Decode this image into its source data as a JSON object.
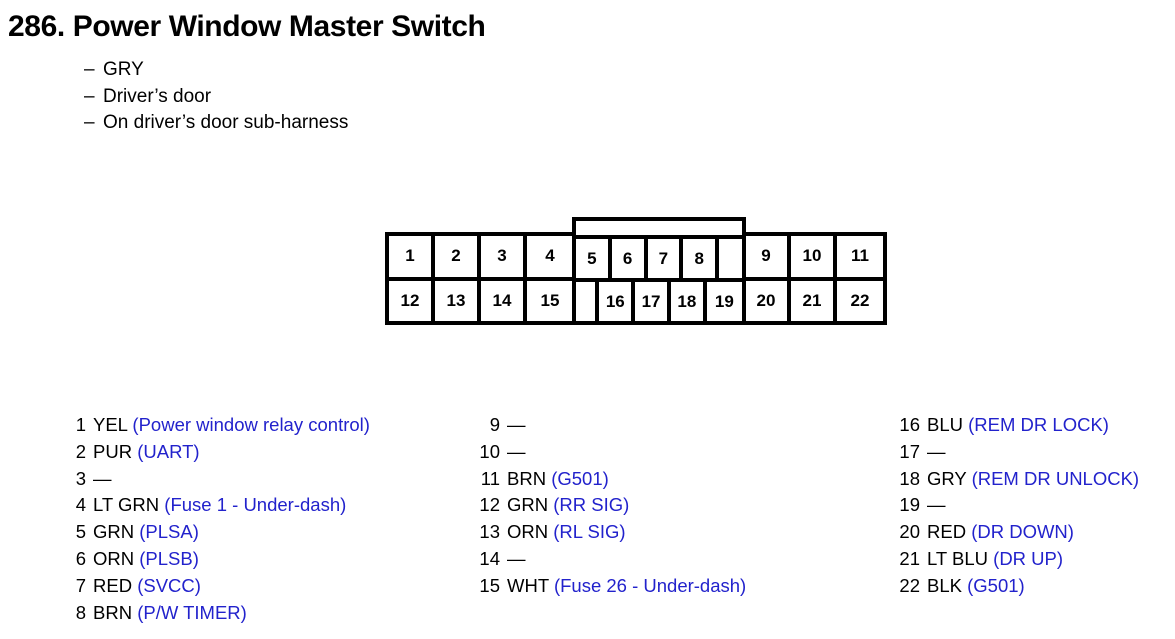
{
  "page": {
    "title": "286. Power Window Master Switch",
    "details": [
      "GRY",
      "Driver’s door",
      "On driver’s door sub-harness"
    ],
    "dash": "–"
  },
  "colors": {
    "function_text": "#2222CC",
    "wire_text": "#000000",
    "outline": "#000000"
  },
  "connector": {
    "blocks": {
      "left": {
        "top": [
          "1",
          "2",
          "3",
          "4"
        ],
        "bottom": [
          "12",
          "13",
          "14",
          "15"
        ]
      },
      "center": {
        "top": [
          "5",
          "6",
          "7",
          "8",
          ""
        ],
        "bottom": [
          "",
          "16",
          "17",
          "18",
          "19"
        ]
      },
      "right": {
        "top": [
          "9",
          "10",
          "11"
        ],
        "bottom": [
          "20",
          "21",
          "22"
        ]
      }
    }
  },
  "pins": {
    "column1": [
      {
        "num": "1",
        "color": "YEL",
        "func": "(Power window relay control)"
      },
      {
        "num": "2",
        "color": "PUR",
        "func": "(UART)"
      },
      {
        "num": "3",
        "color": "—",
        "func": ""
      },
      {
        "num": "4",
        "color": "LT GRN",
        "func": "(Fuse 1 - Under-dash)"
      },
      {
        "num": "5",
        "color": "GRN",
        "func": "(PLSA)"
      },
      {
        "num": "6",
        "color": "ORN",
        "func": "(PLSB)"
      },
      {
        "num": "7",
        "color": "RED",
        "func": "(SVCC)"
      },
      {
        "num": "8",
        "color": "BRN",
        "func": "(P/W TIMER)"
      }
    ],
    "column2": [
      {
        "num": "9",
        "color": "—",
        "func": ""
      },
      {
        "num": "10",
        "color": "—",
        "func": ""
      },
      {
        "num": "11",
        "color": "BRN",
        "func": "(G501)"
      },
      {
        "num": "12",
        "color": "GRN",
        "func": "(RR SIG)"
      },
      {
        "num": "13",
        "color": "ORN",
        "func": "(RL SIG)"
      },
      {
        "num": "14",
        "color": "—",
        "func": ""
      },
      {
        "num": "15",
        "color": "WHT",
        "func": "(Fuse 26 - Under-dash)"
      }
    ],
    "column3": [
      {
        "num": "16",
        "color": "BLU",
        "func": "(REM DR LOCK)"
      },
      {
        "num": "17",
        "color": "—",
        "func": ""
      },
      {
        "num": "18",
        "color": "GRY",
        "func": "(REM DR UNLOCK)"
      },
      {
        "num": "19",
        "color": "—",
        "func": ""
      },
      {
        "num": "20",
        "color": "RED",
        "func": "(DR DOWN)"
      },
      {
        "num": "21",
        "color": "LT BLU",
        "func": "(DR UP)"
      },
      {
        "num": "22",
        "color": "BLK",
        "func": "(G501)"
      }
    ]
  }
}
